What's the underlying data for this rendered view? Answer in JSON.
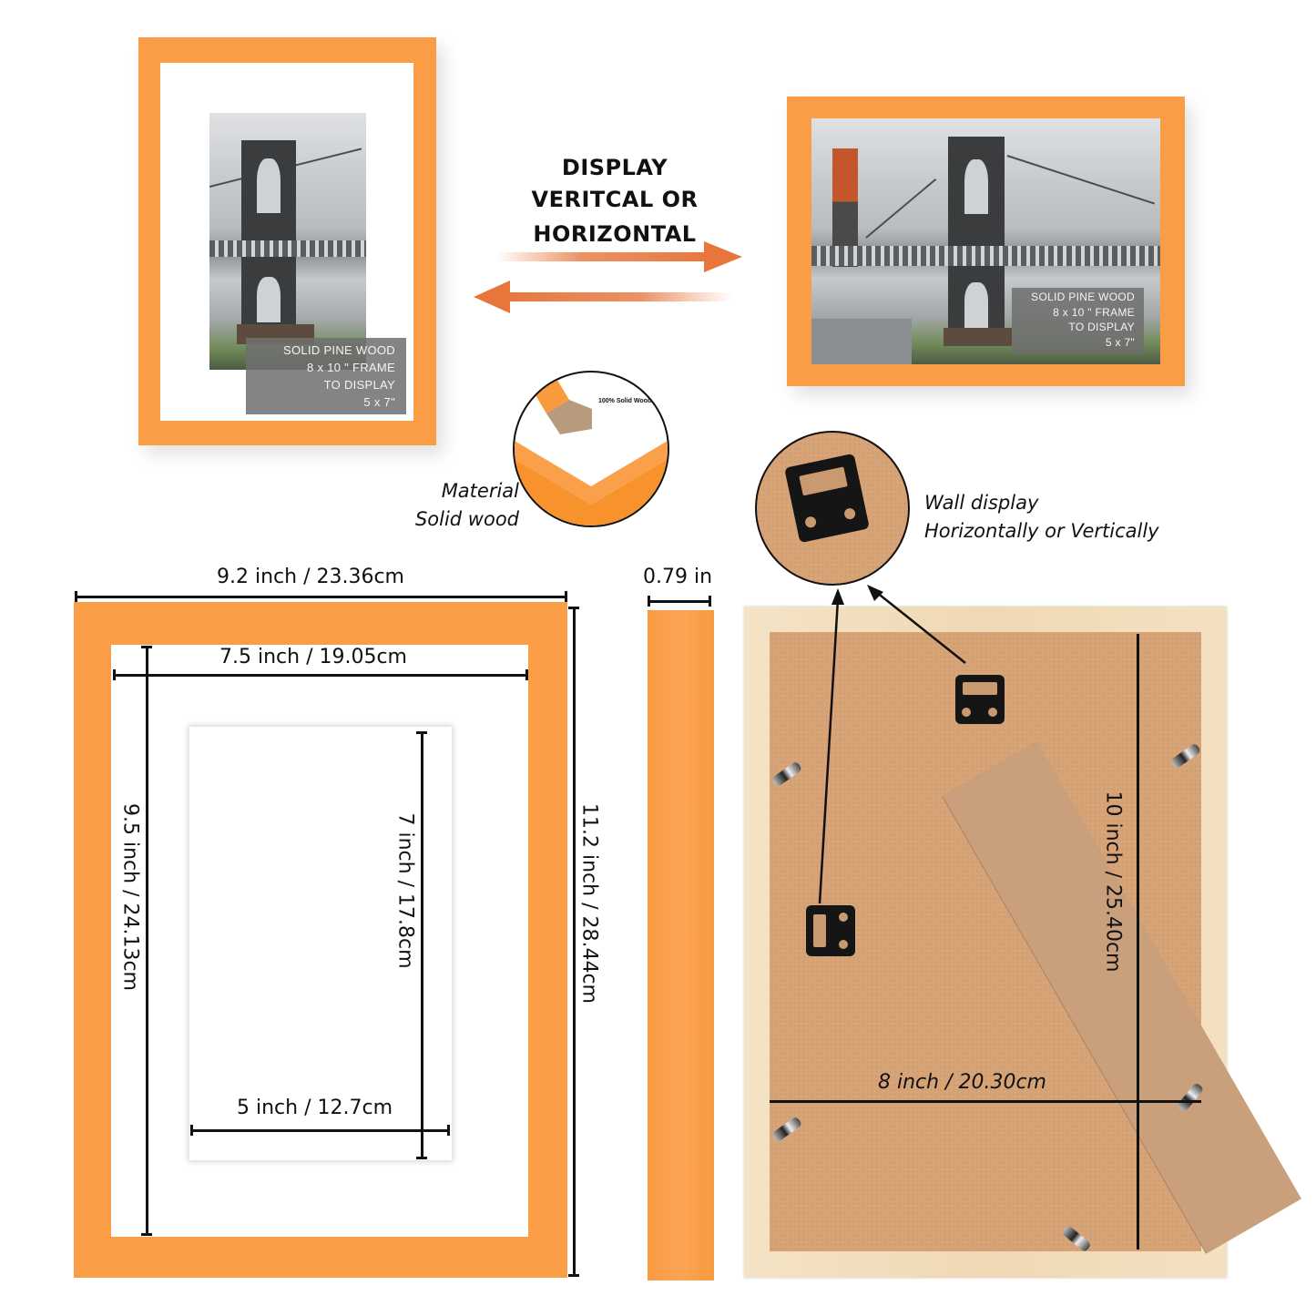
{
  "display_section": {
    "headline_line1": "DISPLAY",
    "headline_line2": "VERITCAL OR HORIZONTAL",
    "arrow_colors": {
      "arrow": "#e8763c"
    }
  },
  "vertical_frame": {
    "caption": [
      "SOLID PINE WOOD",
      "8 x 10 \" FRAME",
      "TO DISPLAY",
      "5 x 7\""
    ]
  },
  "horizontal_frame": {
    "caption": [
      "SOLID PINE WOOD",
      "8 x 10 \" FRAME",
      "TO DISPLAY",
      "5 x 7\""
    ]
  },
  "material_callout": {
    "inset_label": "100% Solid Wood",
    "label_line1": "Material",
    "label_line2": "Solid wood"
  },
  "wall_callout": {
    "label_line1": "Wall display",
    "label_line2": "Horizontally or Vertically"
  },
  "dimensions": {
    "outer_width": "9.2 inch / 23.36cm",
    "inner_width": "7.5 inch / 19.05cm",
    "inner_height": "9.5 inch / 24.13cm",
    "outer_height": "11.2 inch / 28.44cm",
    "photo_height": "7 inch / 17.8cm",
    "photo_width": "5 inch / 12.7cm",
    "depth": "0.79 in",
    "back_height": "10 inch / 25.40cm",
    "back_width": "8 inch / 20.30cm"
  },
  "colors": {
    "frame_orange": "#fb9d46",
    "kraft_back": "#d7a478",
    "pine": "#f2dcb9",
    "caption_gray": "#6e6e6e"
  }
}
